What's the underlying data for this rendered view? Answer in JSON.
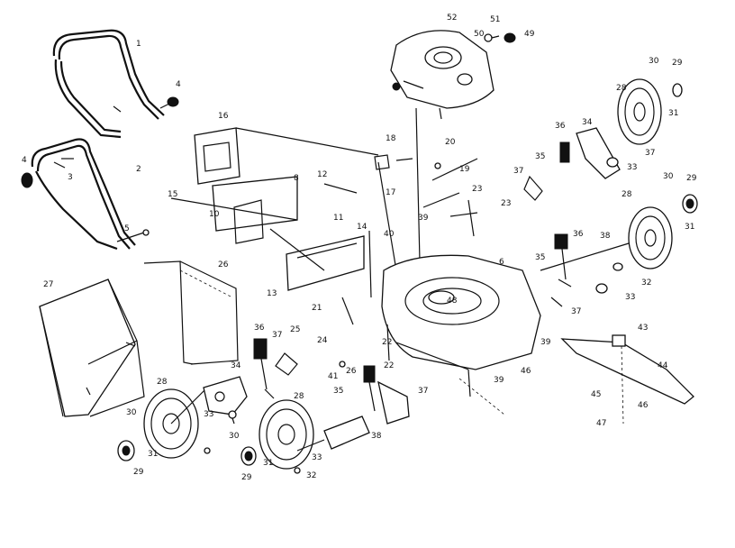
{
  "colors": {
    "ink": "#111111",
    "paper": "#ffffff"
  },
  "callouts": [
    {
      "id": "c1",
      "text": "1"
    },
    {
      "id": "c2",
      "text": "2"
    },
    {
      "id": "c3",
      "text": "3"
    },
    {
      "id": "c4a",
      "text": "4"
    },
    {
      "id": "c4b",
      "text": "4"
    },
    {
      "id": "c5",
      "text": "5"
    },
    {
      "id": "c6",
      "text": "6"
    },
    {
      "id": "c8",
      "text": "8"
    },
    {
      "id": "c10",
      "text": "10"
    },
    {
      "id": "c11",
      "text": "11"
    },
    {
      "id": "c12",
      "text": "12"
    },
    {
      "id": "c13",
      "text": "13"
    },
    {
      "id": "c14",
      "text": "14"
    },
    {
      "id": "c15",
      "text": "15"
    },
    {
      "id": "c16",
      "text": "16"
    },
    {
      "id": "c17",
      "text": "17"
    },
    {
      "id": "c18",
      "text": "18"
    },
    {
      "id": "c19",
      "text": "19"
    },
    {
      "id": "c20",
      "text": "20"
    },
    {
      "id": "c21",
      "text": "21"
    },
    {
      "id": "c22a",
      "text": "22"
    },
    {
      "id": "c22b",
      "text": "22"
    },
    {
      "id": "c23a",
      "text": "23"
    },
    {
      "id": "c23b",
      "text": "23"
    },
    {
      "id": "c24",
      "text": "24"
    },
    {
      "id": "c25",
      "text": "25"
    },
    {
      "id": "c26a",
      "text": "26"
    },
    {
      "id": "c26b",
      "text": "26"
    },
    {
      "id": "c27",
      "text": "27"
    },
    {
      "id": "c28a",
      "text": "28"
    },
    {
      "id": "c28b",
      "text": "28"
    },
    {
      "id": "c28c",
      "text": "28"
    },
    {
      "id": "c28d",
      "text": "28"
    },
    {
      "id": "c29a",
      "text": "29"
    },
    {
      "id": "c29b",
      "text": "29"
    },
    {
      "id": "c29c",
      "text": "29"
    },
    {
      "id": "c29d",
      "text": "29"
    },
    {
      "id": "c30a",
      "text": "30"
    },
    {
      "id": "c30b",
      "text": "30"
    },
    {
      "id": "c30c",
      "text": "30"
    },
    {
      "id": "c30d",
      "text": "30"
    },
    {
      "id": "c31a",
      "text": "31"
    },
    {
      "id": "c31b",
      "text": "31"
    },
    {
      "id": "c31c",
      "text": "31"
    },
    {
      "id": "c31d",
      "text": "31"
    },
    {
      "id": "c32a",
      "text": "32"
    },
    {
      "id": "c32b",
      "text": "32"
    },
    {
      "id": "c33a",
      "text": "33"
    },
    {
      "id": "c33b",
      "text": "33"
    },
    {
      "id": "c33c",
      "text": "33"
    },
    {
      "id": "c33d",
      "text": "33"
    },
    {
      "id": "c34a",
      "text": "34"
    },
    {
      "id": "c34b",
      "text": "34"
    },
    {
      "id": "c35a",
      "text": "35"
    },
    {
      "id": "c35b",
      "text": "35"
    },
    {
      "id": "c35c",
      "text": "35"
    },
    {
      "id": "c36a",
      "text": "36"
    },
    {
      "id": "c36b",
      "text": "36"
    },
    {
      "id": "c36c",
      "text": "36"
    },
    {
      "id": "c37a",
      "text": "37"
    },
    {
      "id": "c37b",
      "text": "37"
    },
    {
      "id": "c37c",
      "text": "37"
    },
    {
      "id": "c37d",
      "text": "37"
    },
    {
      "id": "c37e",
      "text": "37"
    },
    {
      "id": "c38a",
      "text": "38"
    },
    {
      "id": "c38b",
      "text": "38"
    },
    {
      "id": "c39a",
      "text": "39"
    },
    {
      "id": "c39b",
      "text": "39"
    },
    {
      "id": "c39c",
      "text": "39"
    },
    {
      "id": "c40",
      "text": "40"
    },
    {
      "id": "c41",
      "text": "41"
    },
    {
      "id": "c43",
      "text": "43"
    },
    {
      "id": "c44",
      "text": "44"
    },
    {
      "id": "c45",
      "text": "45"
    },
    {
      "id": "c46a",
      "text": "46"
    },
    {
      "id": "c46b",
      "text": "46"
    },
    {
      "id": "c47",
      "text": "47"
    },
    {
      "id": "c48",
      "text": "48"
    },
    {
      "id": "c49",
      "text": "49"
    },
    {
      "id": "c50",
      "text": "50"
    },
    {
      "id": "c51",
      "text": "51"
    },
    {
      "id": "c52",
      "text": "52"
    }
  ]
}
